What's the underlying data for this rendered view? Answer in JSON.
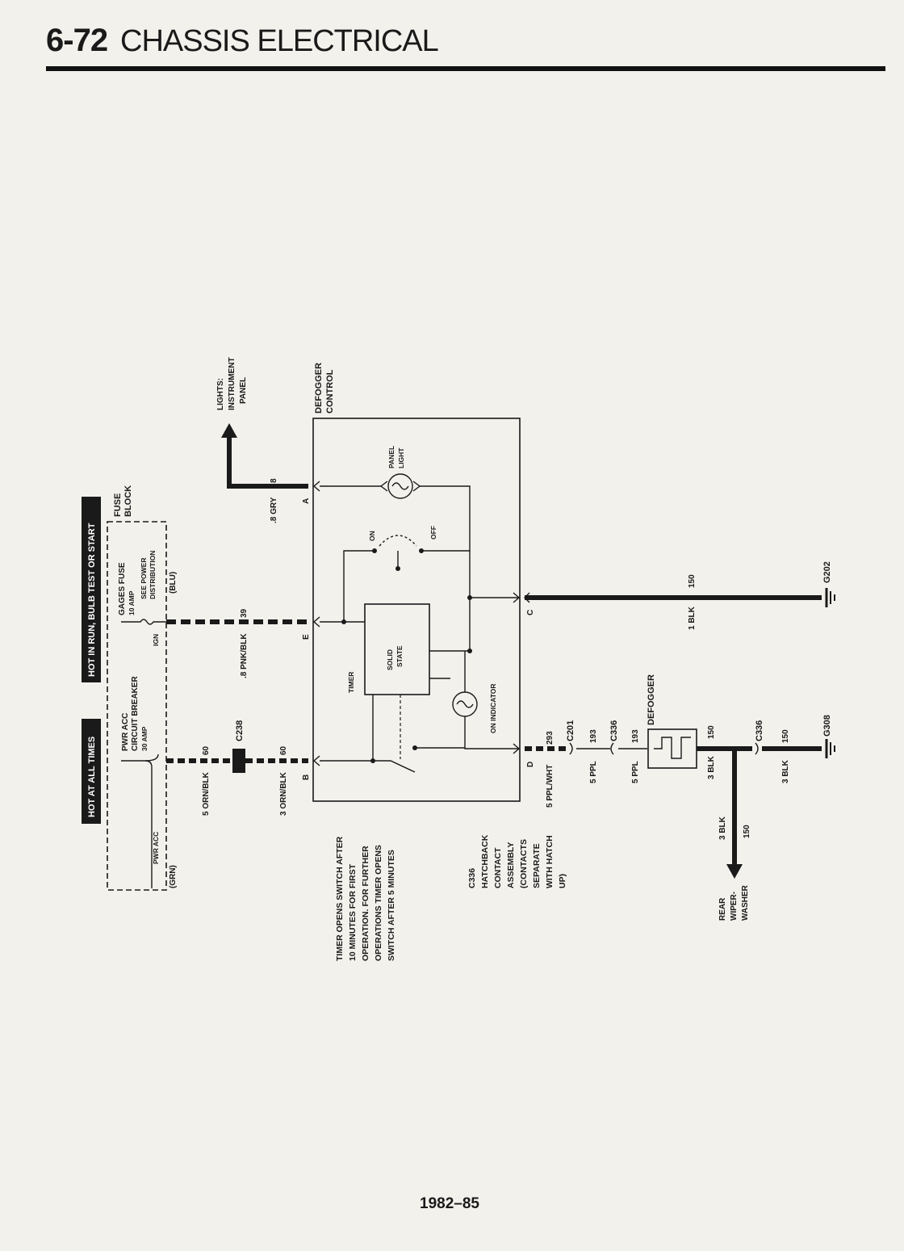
{
  "header": {
    "section_number": "6-72",
    "section_title": "CHASSIS ELECTRICAL"
  },
  "footer": {
    "page_range": "1982–85"
  },
  "power_tags": {
    "hot_at_all_times": "HOT AT ALL TIMES",
    "hot_in_run": "HOT IN RUN,  BULB TEST OR START"
  },
  "fuse_block": {
    "title": "FUSE BLOCK",
    "breaker_name": "PWR ACC CIRCUIT BREAKER",
    "breaker_rating": "30 AMP",
    "breaker_label": "PWR ACC",
    "fuse_name": "GAGES FUSE",
    "fuse_rating": "10 AMP",
    "fuse_note": "SEE POWER DISTRIBUTION",
    "fuse_label": "IGN",
    "grn": "(GRN)",
    "blu": "(BLU)"
  },
  "wires": {
    "w1_desc": "5 ORN/BLK",
    "w1_circuit": "60",
    "w2_desc": "3 ORN/BLK",
    "w2_circuit": "60",
    "w3_desc": ".8 PNK/BLK",
    "w3_circuit": "39",
    "w4_desc": ".8 GRY",
    "w4_circuit": "8",
    "w5_desc": "1 BLK",
    "w5_circuit": "150",
    "w6_desc": "5 PPL/WHT",
    "w6_circuit": "293",
    "w7_desc": "5 PPL",
    "w7_circuit": "193",
    "w8_desc": "5 PPL",
    "w8_circuit": "193",
    "w9_desc": "3 BLK",
    "w9_circuit": "150",
    "w10_desc": "3 BLK",
    "w10_circuit": "150",
    "w11_desc": "3 BLK",
    "w11_circuit": "150"
  },
  "connectors": {
    "c238": "C238",
    "c201": "C201",
    "c336a": "C336",
    "c336b": "C336",
    "c336c": "C336"
  },
  "grounds": {
    "g202": "G202",
    "g308": "G308"
  },
  "lights": {
    "line1": "LIGHTS:",
    "line2": "INSTRUMENT",
    "line3": "PANEL"
  },
  "defogger_control": {
    "title_line1": "DEFOGGER",
    "title_line2": "CONTROL",
    "pin_a": "A",
    "pin_b": "B",
    "pin_c": "C",
    "pin_d": "D",
    "pin_e": "E",
    "panel_light_1": "PANEL",
    "panel_light_2": "LIGHT",
    "on": "ON",
    "off": "OFF",
    "solid_state_1": "SOLID",
    "solid_state_2": "STATE",
    "timer": "TIMER",
    "on_indicator": "ON INDICATOR"
  },
  "defogger": {
    "label": "DEFOGGER"
  },
  "rear_wiper": {
    "line1": "REAR",
    "line2": "WIPER-",
    "line3": "WASHER"
  },
  "notes": {
    "timer_note": [
      "TIMER OPENS SWITCH AFTER",
      "10 MINUTES FOR FIRST",
      "OPERATION. FOR FURTHER",
      "OPERATIONS TIMER OPENS",
      "SWITCH AFTER 5 MINUTES"
    ],
    "hatchback_ref": "C336",
    "hatchback_note": [
      "HATCHBACK",
      "CONTACT",
      "ASSEMBLY",
      "(CONTACTS",
      "SEPARATE",
      "WITH HATCH",
      "UP)"
    ]
  }
}
